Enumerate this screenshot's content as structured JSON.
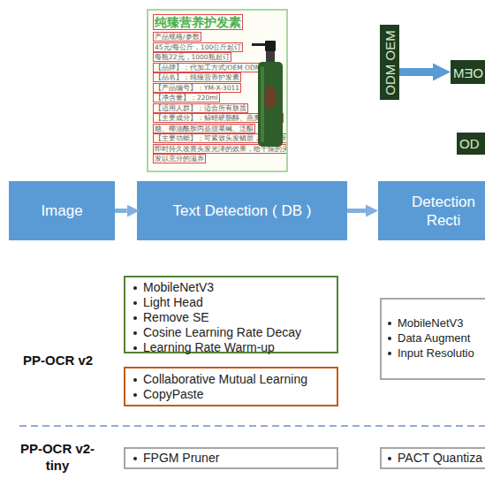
{
  "diagram": {
    "nodes": [
      {
        "text": [
          "纯臻营养护发素",
          "产品规格/参数",
          "45元/每公斤，100公斤起订",
          "每瓶22元，1000瓶起订",
          "【品牌】：代加工方式/OEM ODM",
          "【品名】：纯臻营养护发素",
          "【产品编号】：YM-X-3011",
          "【净含量】：220ml",
          "【适用人群】：适合所有肤质",
          "【主要成分】：鲸蜡硬脂醇、燕麦β-葡聚",
          "糖、椰油酰胺丙基甜菜碱、泛醌",
          "【主要功能】：可紧致头发鳞层，从而达到",
          "即时持久改善头发光泽的效果，给干燥的头",
          "发以充分的滋养"
        ]
      },
      {
        "text": [
          "ODM OEM"
        ]
      },
      {
        "text": [
          "OEM"
        ]
      },
      {
        "text": [
          "OD"
        ]
      },
      {
        "text": [
          "Image"
        ]
      },
      {
        "text": [
          "Text Detection ( DB )"
        ]
      },
      {
        "text": [
          "Detection Recti"
        ]
      },
      {
        "text": [
          "MobileNetV3",
          "Light Head",
          "Remove SE",
          "Cosine Learning Rate Decay",
          "Learning Rate Warm-up"
        ]
      },
      {
        "text": [
          "MobileNetV3",
          "Data Augment",
          "Input Resolutio"
        ]
      },
      {
        "text": [
          "Collaborative Mutual Learning",
          "CopyPaste"
        ]
      },
      {
        "text": [
          "FPGM Pruner"
        ]
      },
      {
        "text": [
          "PACT Quantiza"
        ]
      }
    ],
    "edges": [
      {
        "from": 1,
        "to": 2,
        "arrow": "to"
      },
      {
        "from": 4,
        "to": 5,
        "arrow": "to"
      },
      {
        "from": 5,
        "to": 6,
        "arrow": "to"
      }
    ],
    "labels": [
      "PP-OCR v2",
      "PP-OCR v2-tiny"
    ]
  }
}
